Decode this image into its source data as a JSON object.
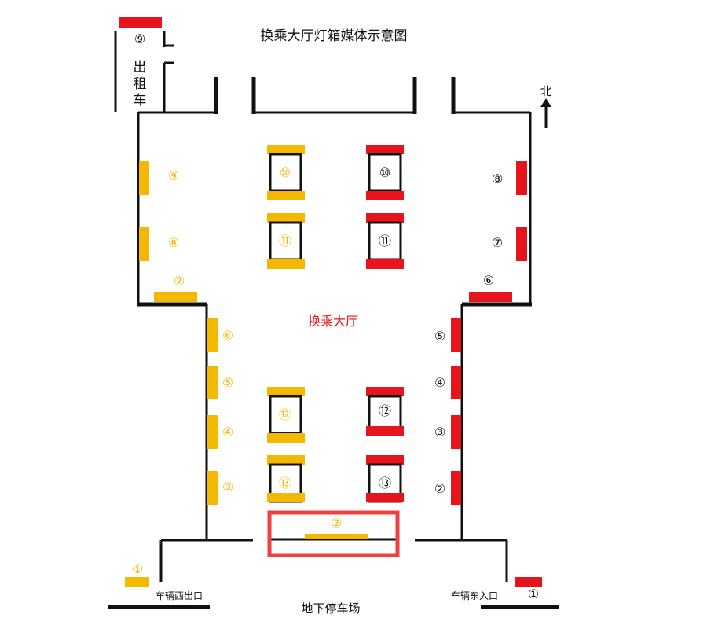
{
  "title": "换乘大厅灯箱媒体示意图",
  "hall_label": "换乘大厅",
  "north_label": "北",
  "taxi_label": [
    "出",
    "租",
    "车"
  ],
  "bottom_label": "地下停车场",
  "west_exit_label": "车辆西出口",
  "east_entrance_label": "车辆东入口",
  "colors": {
    "red": "#e8141c",
    "yellow": "#f5b800",
    "wall": "#111111",
    "highlight": "#f04040",
    "hall_text": "#e8141c"
  },
  "markers": [
    {
      "id": "taxi-9",
      "label": "⑨",
      "color": "black"
    },
    {
      "id": "west-9",
      "label": "⑨",
      "color": "yellow"
    },
    {
      "id": "west-8",
      "label": "⑧",
      "color": "yellow"
    },
    {
      "id": "west-7",
      "label": "⑦",
      "color": "yellow"
    },
    {
      "id": "west-6",
      "label": "⑥",
      "color": "yellow"
    },
    {
      "id": "west-5",
      "label": "⑤",
      "color": "yellow"
    },
    {
      "id": "west-4",
      "label": "④",
      "color": "yellow"
    },
    {
      "id": "west-3",
      "label": "③",
      "color": "yellow"
    },
    {
      "id": "west-1",
      "label": "①",
      "color": "yellow"
    },
    {
      "id": "bottom-2",
      "label": "②",
      "color": "yellow"
    },
    {
      "id": "pillar-y10",
      "label": "⑩",
      "color": "yellow"
    },
    {
      "id": "pillar-y11",
      "label": "⑪",
      "color": "yellow"
    },
    {
      "id": "pillar-y12",
      "label": "⑫",
      "color": "yellow"
    },
    {
      "id": "pillar-y13",
      "label": "⑬",
      "color": "yellow"
    },
    {
      "id": "pillar-r10",
      "label": "⑩",
      "color": "black"
    },
    {
      "id": "pillar-r11",
      "label": "⑪",
      "color": "black"
    },
    {
      "id": "pillar-r12",
      "label": "⑫",
      "color": "black"
    },
    {
      "id": "pillar-r13",
      "label": "⑬",
      "color": "black"
    },
    {
      "id": "east-8",
      "label": "⑧",
      "color": "black"
    },
    {
      "id": "east-7",
      "label": "⑦",
      "color": "black"
    },
    {
      "id": "east-6",
      "label": "⑥",
      "color": "black"
    },
    {
      "id": "east-5",
      "label": "⑤",
      "color": "black"
    },
    {
      "id": "east-4",
      "label": "④",
      "color": "black"
    },
    {
      "id": "east-3",
      "label": "③",
      "color": "black"
    },
    {
      "id": "east-2",
      "label": "②",
      "color": "black"
    },
    {
      "id": "east-1",
      "label": "①",
      "color": "black"
    }
  ]
}
